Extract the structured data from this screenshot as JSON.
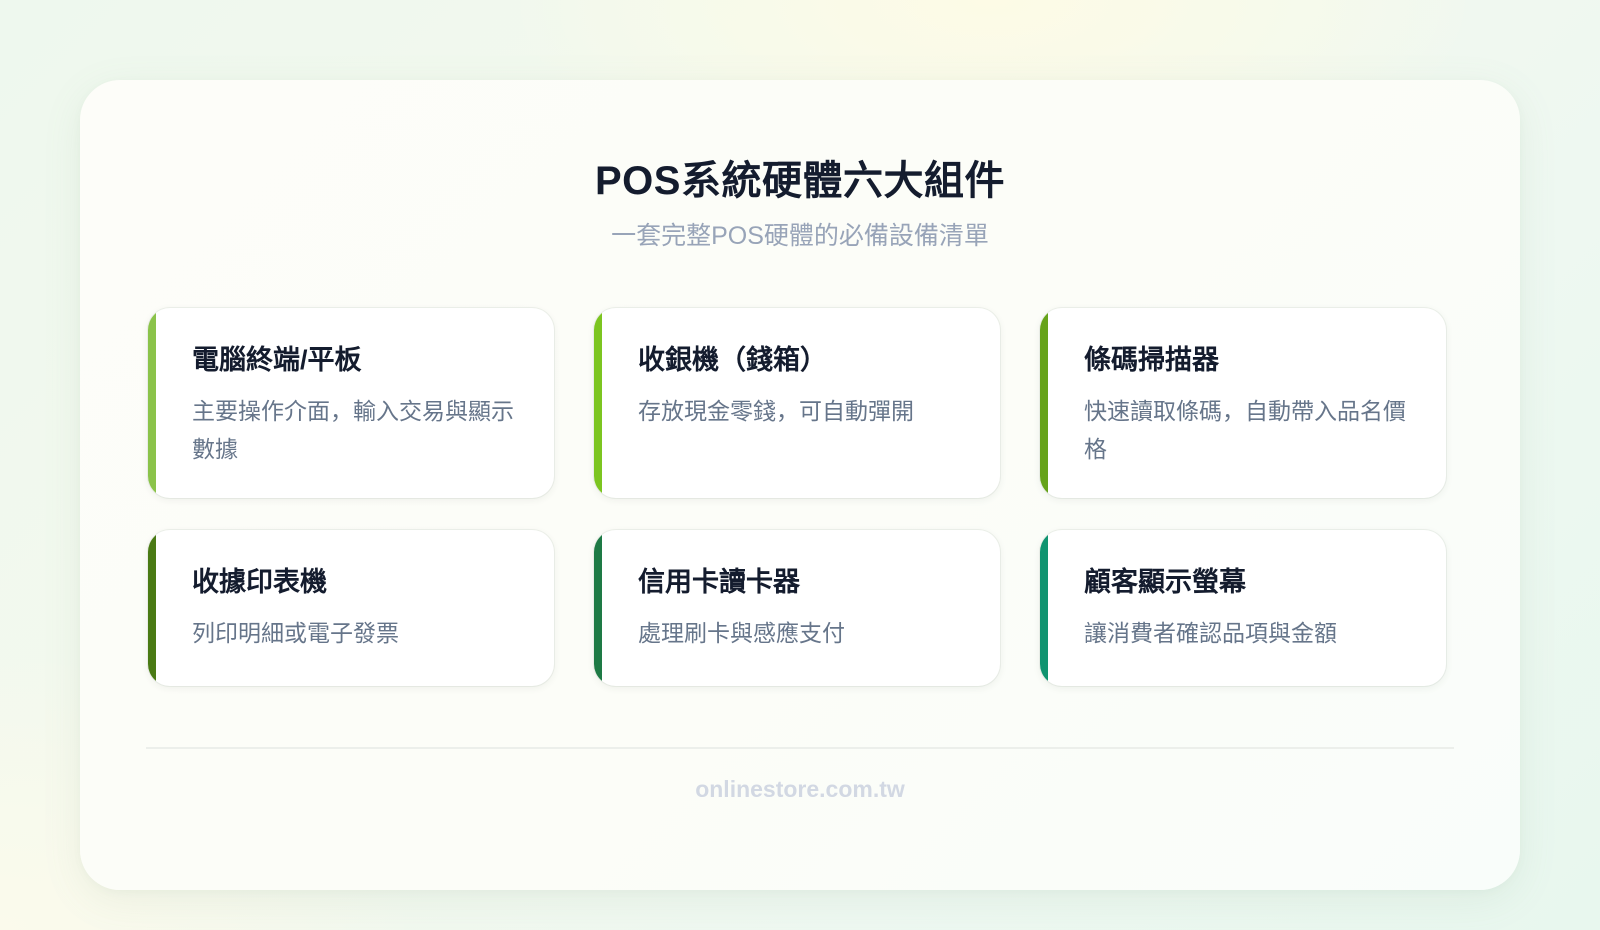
{
  "header": {
    "title": "POS系統硬體六大組件",
    "subtitle": "一套完整POS硬體的必備設備清單"
  },
  "cards": [
    {
      "title": "電腦終端/平板",
      "description": "主要操作介面，輸入交易與顯示數據",
      "accent": "#8bc34a"
    },
    {
      "title": "收銀機（錢箱）",
      "description": "存放現金零錢，可自動彈開",
      "accent": "#7cc520"
    },
    {
      "title": "條碼掃描器",
      "description": "快速讀取條碼，自動帶入品名價格",
      "accent": "#66a31a"
    },
    {
      "title": "收據印表機",
      "description": "列印明細或電子發票",
      "accent": "#4a7a14"
    },
    {
      "title": "信用卡讀卡器",
      "description": "處理刷卡與感應支付",
      "accent": "#1e7a45"
    },
    {
      "title": "顧客顯示螢幕",
      "description": "讓消費者確認品項與金額",
      "accent": "#109470"
    }
  ],
  "footer": {
    "site": "onlinestore.com.tw"
  }
}
